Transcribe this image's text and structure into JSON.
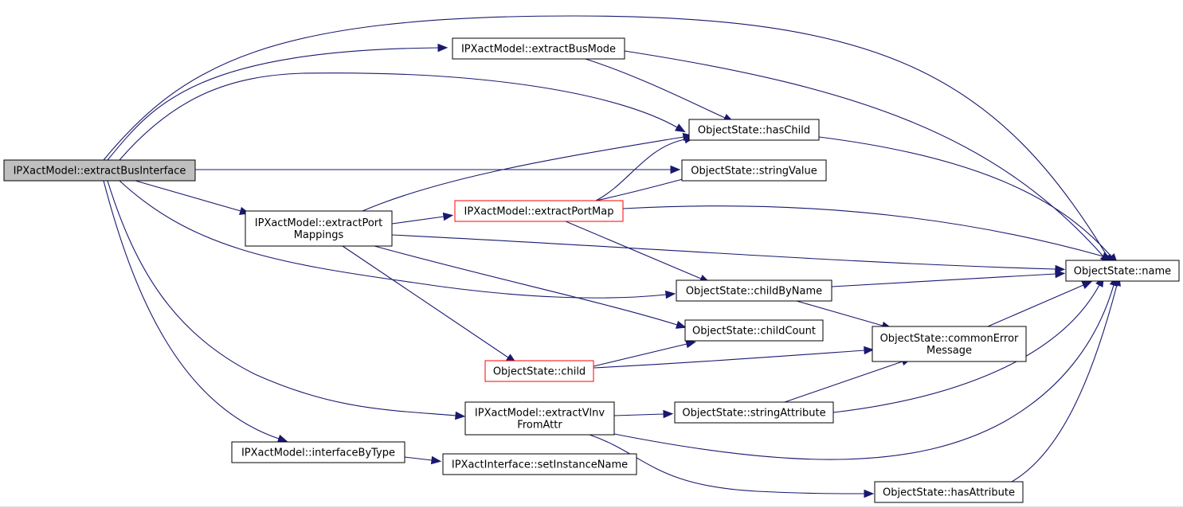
{
  "graph": {
    "edge_color": "#191970",
    "root_fill": "#bfbfbf",
    "highlight_border": "#ff0000",
    "nodes": {
      "extractBusInterface": {
        "lines": [
          "IPXactModel::extractBusInterface"
        ],
        "style": "root"
      },
      "extractBusMode": {
        "lines": [
          "IPXactModel::extractBusMode"
        ],
        "style": "normal"
      },
      "hasChild": {
        "lines": [
          "ObjectState::hasChild"
        ],
        "style": "normal"
      },
      "stringValue": {
        "lines": [
          "ObjectState::stringValue"
        ],
        "style": "normal"
      },
      "extractPortMappings": {
        "lines": [
          "IPXactModel::extractPort",
          "Mappings"
        ],
        "style": "normal"
      },
      "extractPortMap": {
        "lines": [
          "IPXactModel::extractPortMap"
        ],
        "style": "red"
      },
      "name": {
        "lines": [
          "ObjectState::name"
        ],
        "style": "normal"
      },
      "childByName": {
        "lines": [
          "ObjectState::childByName"
        ],
        "style": "normal"
      },
      "childCount": {
        "lines": [
          "ObjectState::childCount"
        ],
        "style": "normal"
      },
      "commonErrorMessage": {
        "lines": [
          "ObjectState::commonError",
          "Message"
        ],
        "style": "normal"
      },
      "child": {
        "lines": [
          "ObjectState::child"
        ],
        "style": "red"
      },
      "extractVlnvFromAttr": {
        "lines": [
          "IPXactModel::extractVlnv",
          "FromAttr"
        ],
        "style": "normal"
      },
      "stringAttribute": {
        "lines": [
          "ObjectState::stringAttribute"
        ],
        "style": "normal"
      },
      "interfaceByType": {
        "lines": [
          "IPXactModel::interfaceByType"
        ],
        "style": "normal"
      },
      "setInstanceName": {
        "lines": [
          "IPXactInterface::setInstanceName"
        ],
        "style": "normal"
      },
      "hasAttribute": {
        "lines": [
          "ObjectState::hasAttribute"
        ],
        "style": "normal"
      }
    },
    "edges": [
      [
        "extractBusInterface",
        "name"
      ],
      [
        "extractBusInterface",
        "extractBusMode"
      ],
      [
        "extractBusInterface",
        "hasChild"
      ],
      [
        "extractBusInterface",
        "stringValue"
      ],
      [
        "extractBusInterface",
        "extractPortMappings"
      ],
      [
        "extractBusInterface",
        "childByName"
      ],
      [
        "extractBusInterface",
        "extractVlnvFromAttr"
      ],
      [
        "extractBusInterface",
        "interfaceByType"
      ],
      [
        "extractBusMode",
        "name"
      ],
      [
        "extractBusMode",
        "hasChild"
      ],
      [
        "hasChild",
        "name"
      ],
      [
        "extractPortMappings",
        "hasChild"
      ],
      [
        "extractPortMappings",
        "extractPortMap"
      ],
      [
        "extractPortMappings",
        "name"
      ],
      [
        "extractPortMappings",
        "childCount"
      ],
      [
        "extractPortMappings",
        "child"
      ],
      [
        "extractPortMap",
        "hasChild"
      ],
      [
        "extractPortMap",
        "stringValue"
      ],
      [
        "extractPortMap",
        "name"
      ],
      [
        "extractPortMap",
        "childByName"
      ],
      [
        "childByName",
        "name"
      ],
      [
        "childByName",
        "commonErrorMessage"
      ],
      [
        "commonErrorMessage",
        "name"
      ],
      [
        "child",
        "childCount"
      ],
      [
        "child",
        "commonErrorMessage"
      ],
      [
        "extractVlnvFromAttr",
        "stringAttribute"
      ],
      [
        "extractVlnvFromAttr",
        "name"
      ],
      [
        "extractVlnvFromAttr",
        "hasAttribute"
      ],
      [
        "stringAttribute",
        "commonErrorMessage"
      ],
      [
        "stringAttribute",
        "name"
      ],
      [
        "interfaceByType",
        "setInstanceName"
      ],
      [
        "hasAttribute",
        "name"
      ]
    ]
  }
}
